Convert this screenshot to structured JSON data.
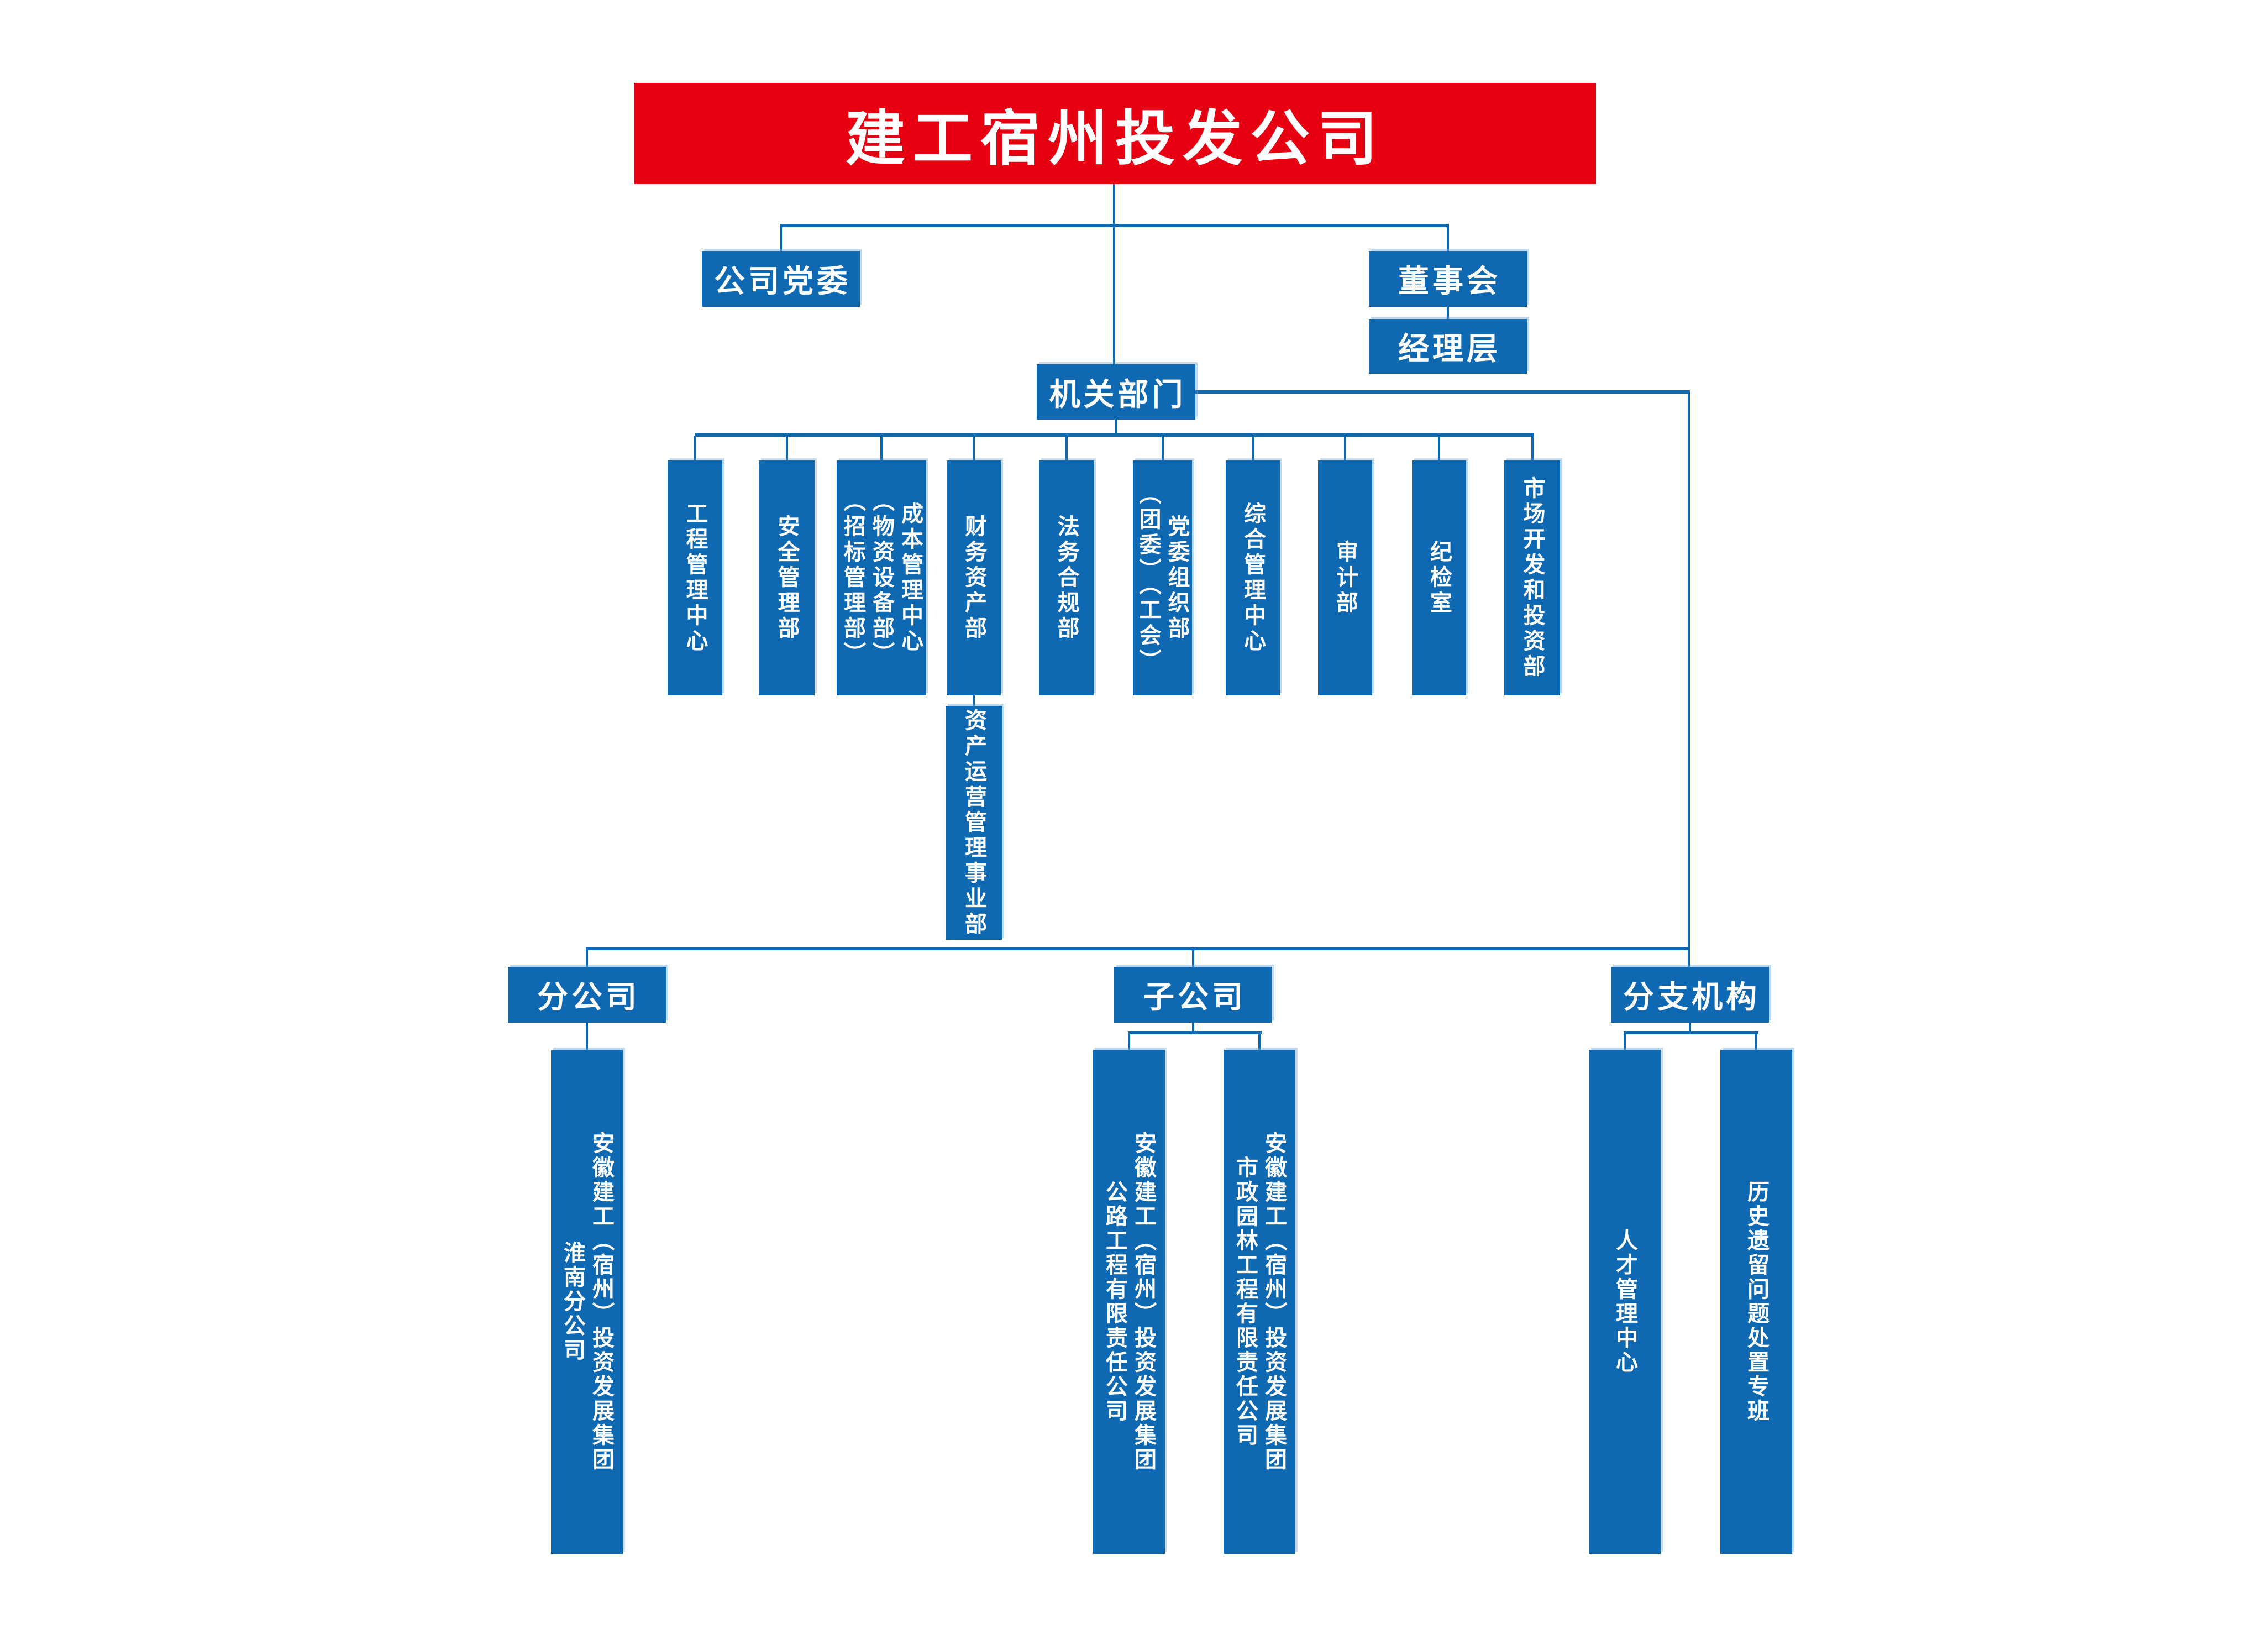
{
  "colors": {
    "banner_red": "#e60012",
    "box_blue": "#0e69b2",
    "line_blue": "#0e69b2",
    "text_white": "#ffffff"
  },
  "org_chart": {
    "company_name": "建工宿州投发公司",
    "party_committee": "公司党委",
    "board_of_directors": "董事会",
    "management_team": "经理层",
    "hq_departments": "机关部门",
    "departments": [
      {
        "name": "工程管理中心",
        "columns": [
          "工程管理中心"
        ]
      },
      {
        "name": "安全管理部",
        "columns": [
          "安全管理部"
        ]
      },
      {
        "name": "成本管理中心（物资设备部）（招标管理部）",
        "columns": [
          "成本管理中心",
          "（物资设备部）",
          "（招标管理部）"
        ]
      },
      {
        "name": "财务资产部",
        "columns": [
          "财务资产部"
        ]
      },
      {
        "name": "法务合规部",
        "columns": [
          "法务合规部"
        ]
      },
      {
        "name": "党委组织部（团委）（工会）",
        "columns": [
          "党委组织部",
          "（团委）（工会）"
        ]
      },
      {
        "name": "综合管理中心",
        "columns": [
          "综合管理中心"
        ]
      },
      {
        "name": "审计部",
        "columns": [
          "审计部"
        ]
      },
      {
        "name": "纪检室",
        "columns": [
          "纪检室"
        ]
      },
      {
        "name": "市场开发和投资部",
        "columns": [
          "市场开发和投资部"
        ]
      }
    ],
    "asset_operation_division": {
      "name": "资产运营管理事业部",
      "columns": [
        "资产运营管理事业部"
      ]
    },
    "branch_groups": [
      {
        "label": "分公司",
        "children": [
          {
            "name": "安徽建工（宿州）投资发展集团淮南分公司",
            "columns": [
              "安徽建工（宿州）投资发展集团",
              "淮南分公司"
            ]
          }
        ]
      },
      {
        "label": "子公司",
        "children": [
          {
            "name": "安徽建工（宿州）投资发展集团公路工程有限责任公司",
            "columns": [
              "安徽建工（宿州）投资发展集团",
              "公路工程有限责任公司"
            ]
          },
          {
            "name": "安徽建工（宿州）投资发展集团市政园林工程有限责任公司",
            "columns": [
              "安徽建工（宿州）投资发展集团",
              "市政园林工程有限责任公司"
            ]
          }
        ]
      },
      {
        "label": "分支机构",
        "children": [
          {
            "name": "人才管理中心",
            "columns": [
              "人才管理中心"
            ]
          },
          {
            "name": "历史遗留问题处置专班",
            "columns": [
              "历史遗留问题处置专班"
            ]
          }
        ]
      }
    ]
  }
}
